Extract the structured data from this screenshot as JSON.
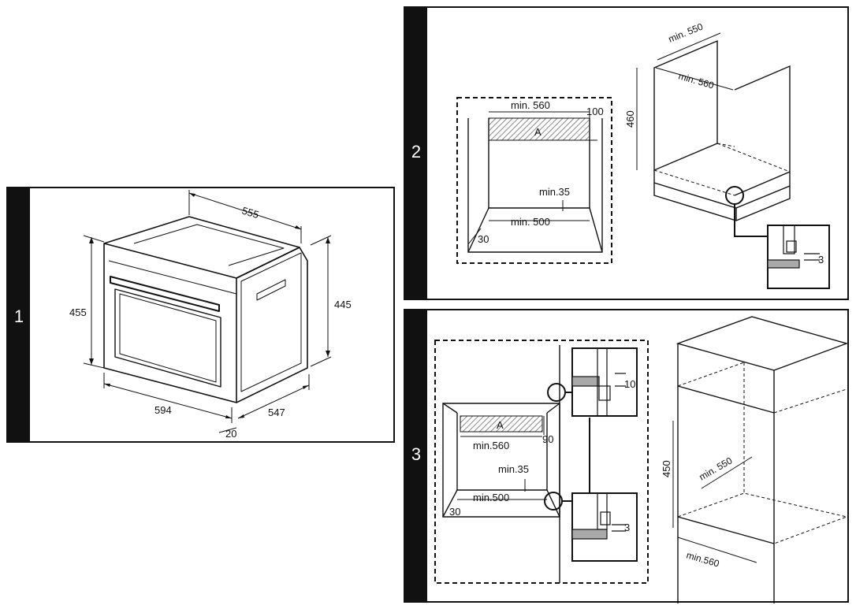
{
  "panels": [
    {
      "number": "1"
    },
    {
      "number": "2"
    },
    {
      "number": "3"
    }
  ],
  "panel1": {
    "dim_depth_top": "555",
    "dim_height_front": "455",
    "dim_height_side": "445",
    "dim_width": "594",
    "dim_depth_side": "547",
    "dim_door": "20"
  },
  "panel2": {
    "front_min_width": "min. 560",
    "front_top_gap": "100",
    "front_area_label": "A",
    "front_min35": "min.35",
    "front_min500": "min. 500",
    "front_30": "30",
    "iso_min550": "min. 550",
    "iso_min560": "min. 560",
    "iso_height": "460",
    "detail_3": "3"
  },
  "panel3": {
    "front_area_label": "A",
    "front_90": "90",
    "front_min560": "min.560",
    "front_min35": "min.35",
    "front_min500": "min.500",
    "front_30": "30",
    "detail_top_10": "10",
    "detail_bottom_3": "3",
    "iso_min550": "min. 550",
    "iso_height": "450",
    "iso_min560": "min.560"
  },
  "colors": {
    "ink": "#111111",
    "hatch": "#888888",
    "wood": "#a9a9a9"
  }
}
